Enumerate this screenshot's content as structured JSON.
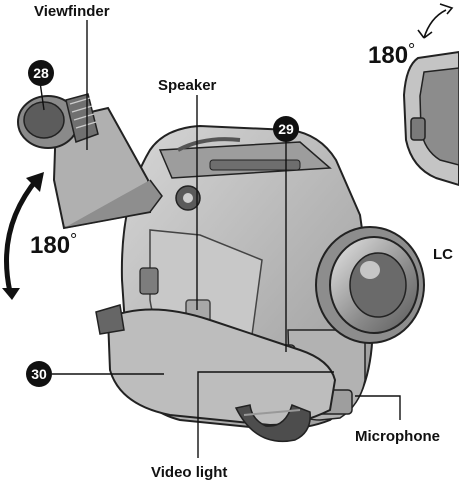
{
  "labels": {
    "viewfinder": "Viewfinder",
    "speaker": "Speaker",
    "lcd_partial": "LC",
    "microphone": "Microphone",
    "video_light": "Video light"
  },
  "rotation": {
    "left_degrees": "180",
    "right_degrees": "180",
    "unit_symbol": "°"
  },
  "callouts": {
    "c28": "28",
    "c29": "29",
    "c30": "30"
  },
  "colors": {
    "body_gray": "#b9b9b9",
    "dark_gray": "#4a4a4a",
    "line": "#111111",
    "background": "#ffffff"
  }
}
